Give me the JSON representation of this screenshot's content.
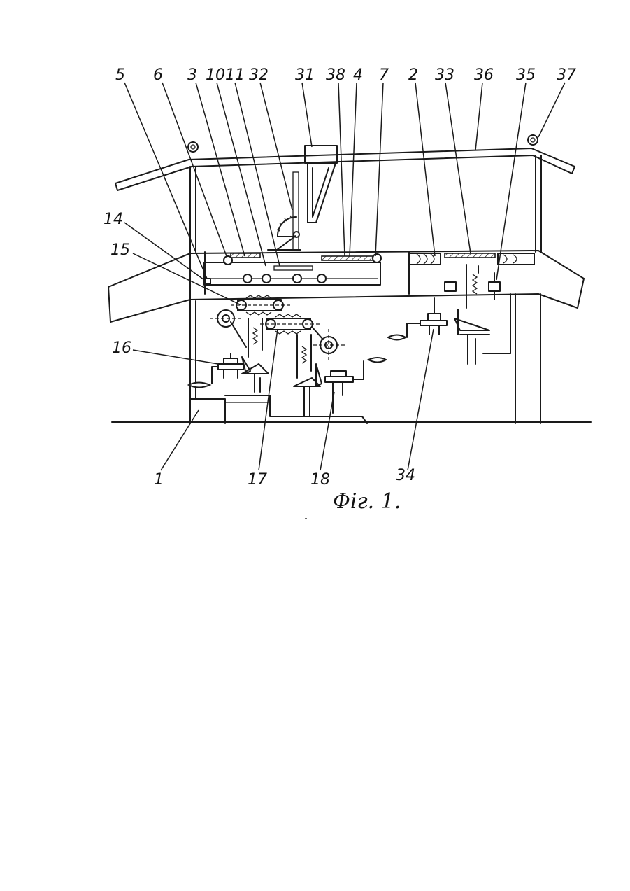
{
  "caption": "Фіг. 1.",
  "labels": {
    "l5": "5",
    "l6": "6",
    "l3": "3",
    "l10": "10",
    "l11": "11",
    "l32": "32",
    "l31": "31",
    "l38": "38",
    "l4": "4",
    "l7": "7",
    "l2": "2",
    "l33": "33",
    "l36": "36",
    "l35": "35",
    "l37": "37",
    "l14": "14",
    "l15": "15",
    "l16": "16",
    "l1": "1",
    "l17": "17",
    "l18": "18",
    "l34": "34"
  }
}
